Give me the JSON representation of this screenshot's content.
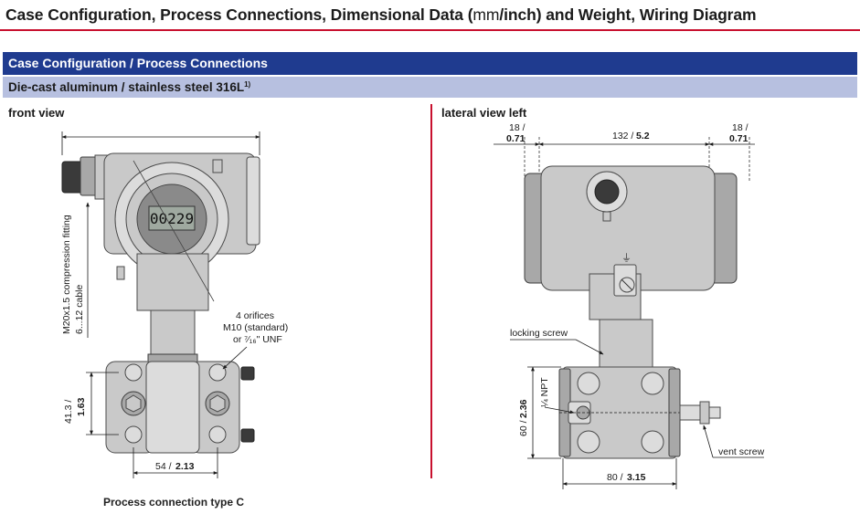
{
  "title": {
    "part1": "Case Configuration, Process Connections, Dimensional Data (",
    "unit1": "mm",
    "slash": "/",
    "part2": "inch) and Weight, Wiring Diagram"
  },
  "banner": "Case Configuration / Process Connections",
  "subbanner": {
    "text": "Die-cast aluminum / stainless steel 316L",
    "note": "1)"
  },
  "front_view": {
    "label": "front view",
    "display": "00229",
    "cable_label_1": "M20x1.5 compression fitting",
    "cable_label_2": "6...12 cable",
    "orifices_1": "4 orifices",
    "orifices_2": "M10 (standard)",
    "orifices_3": "or ⁷⁄₁₆\" UNF",
    "dim_height_mm": "41.3 /",
    "dim_height_in": "1.63",
    "dim_width_mm": "54 /",
    "dim_width_in": "2.13",
    "caption": "Process connection type C"
  },
  "lateral_view": {
    "label": "lateral view left",
    "dim_left_mm": "18 /",
    "dim_left_in": "0.71",
    "dim_center_mm": "132 /",
    "dim_center_in": "5.2",
    "dim_right_mm": "18 /",
    "dim_right_in": "0.71",
    "locking_screw": "locking screw",
    "vent_screw": "vent screw",
    "npt": "¼ NPT",
    "dim_height_mm": "60 /",
    "dim_height_in": "2.36",
    "dim_width_mm": "80 /",
    "dim_width_in": "3.15"
  },
  "colors": {
    "accent_red": "#c8102e",
    "banner_blue": "#1f3b8f",
    "subbanner_blue": "#b7c0e0"
  }
}
